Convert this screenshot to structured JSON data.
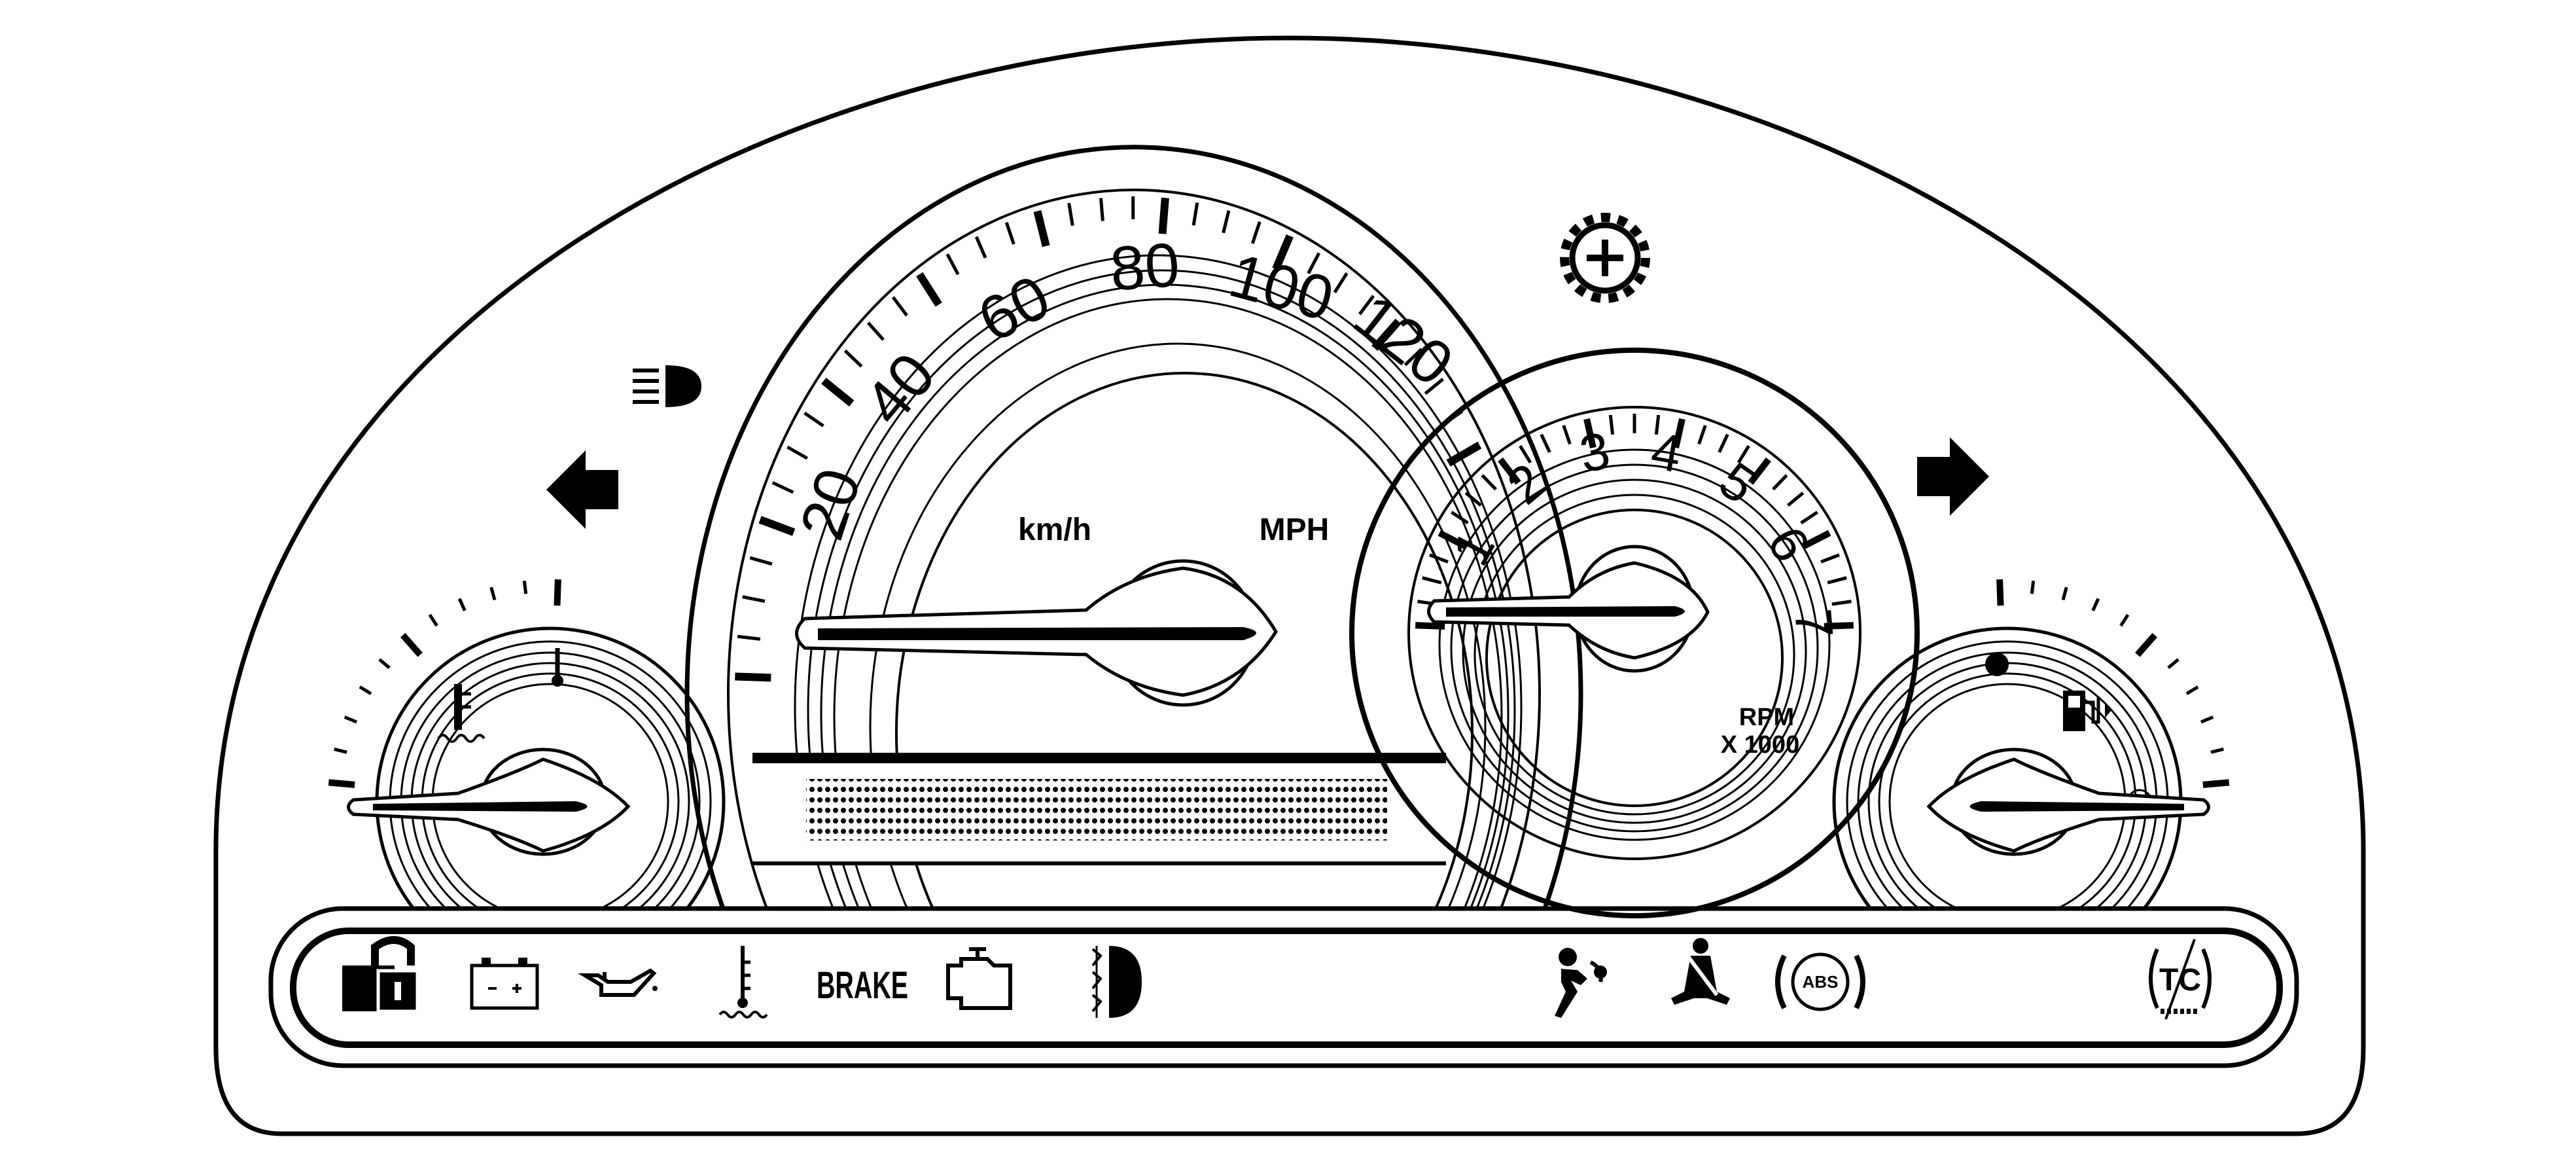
{
  "speedometer": {
    "scale_labels": [
      "20",
      "40",
      "60",
      "80",
      "100",
      "120"
    ],
    "unit_kmh": "km/h",
    "unit_mph": "MPH"
  },
  "tachometer": {
    "scale_labels": [
      "1",
      "2",
      "3",
      "4",
      "5",
      "6",
      "7"
    ],
    "unit_rpm": "RPM",
    "unit_multiplier": "X 1000"
  },
  "indicators": {
    "brake_label": "BRAKE",
    "abs_label": "ABS",
    "tc_label": "TC"
  },
  "colors": {
    "line": "#000000",
    "background": "#ffffff"
  }
}
